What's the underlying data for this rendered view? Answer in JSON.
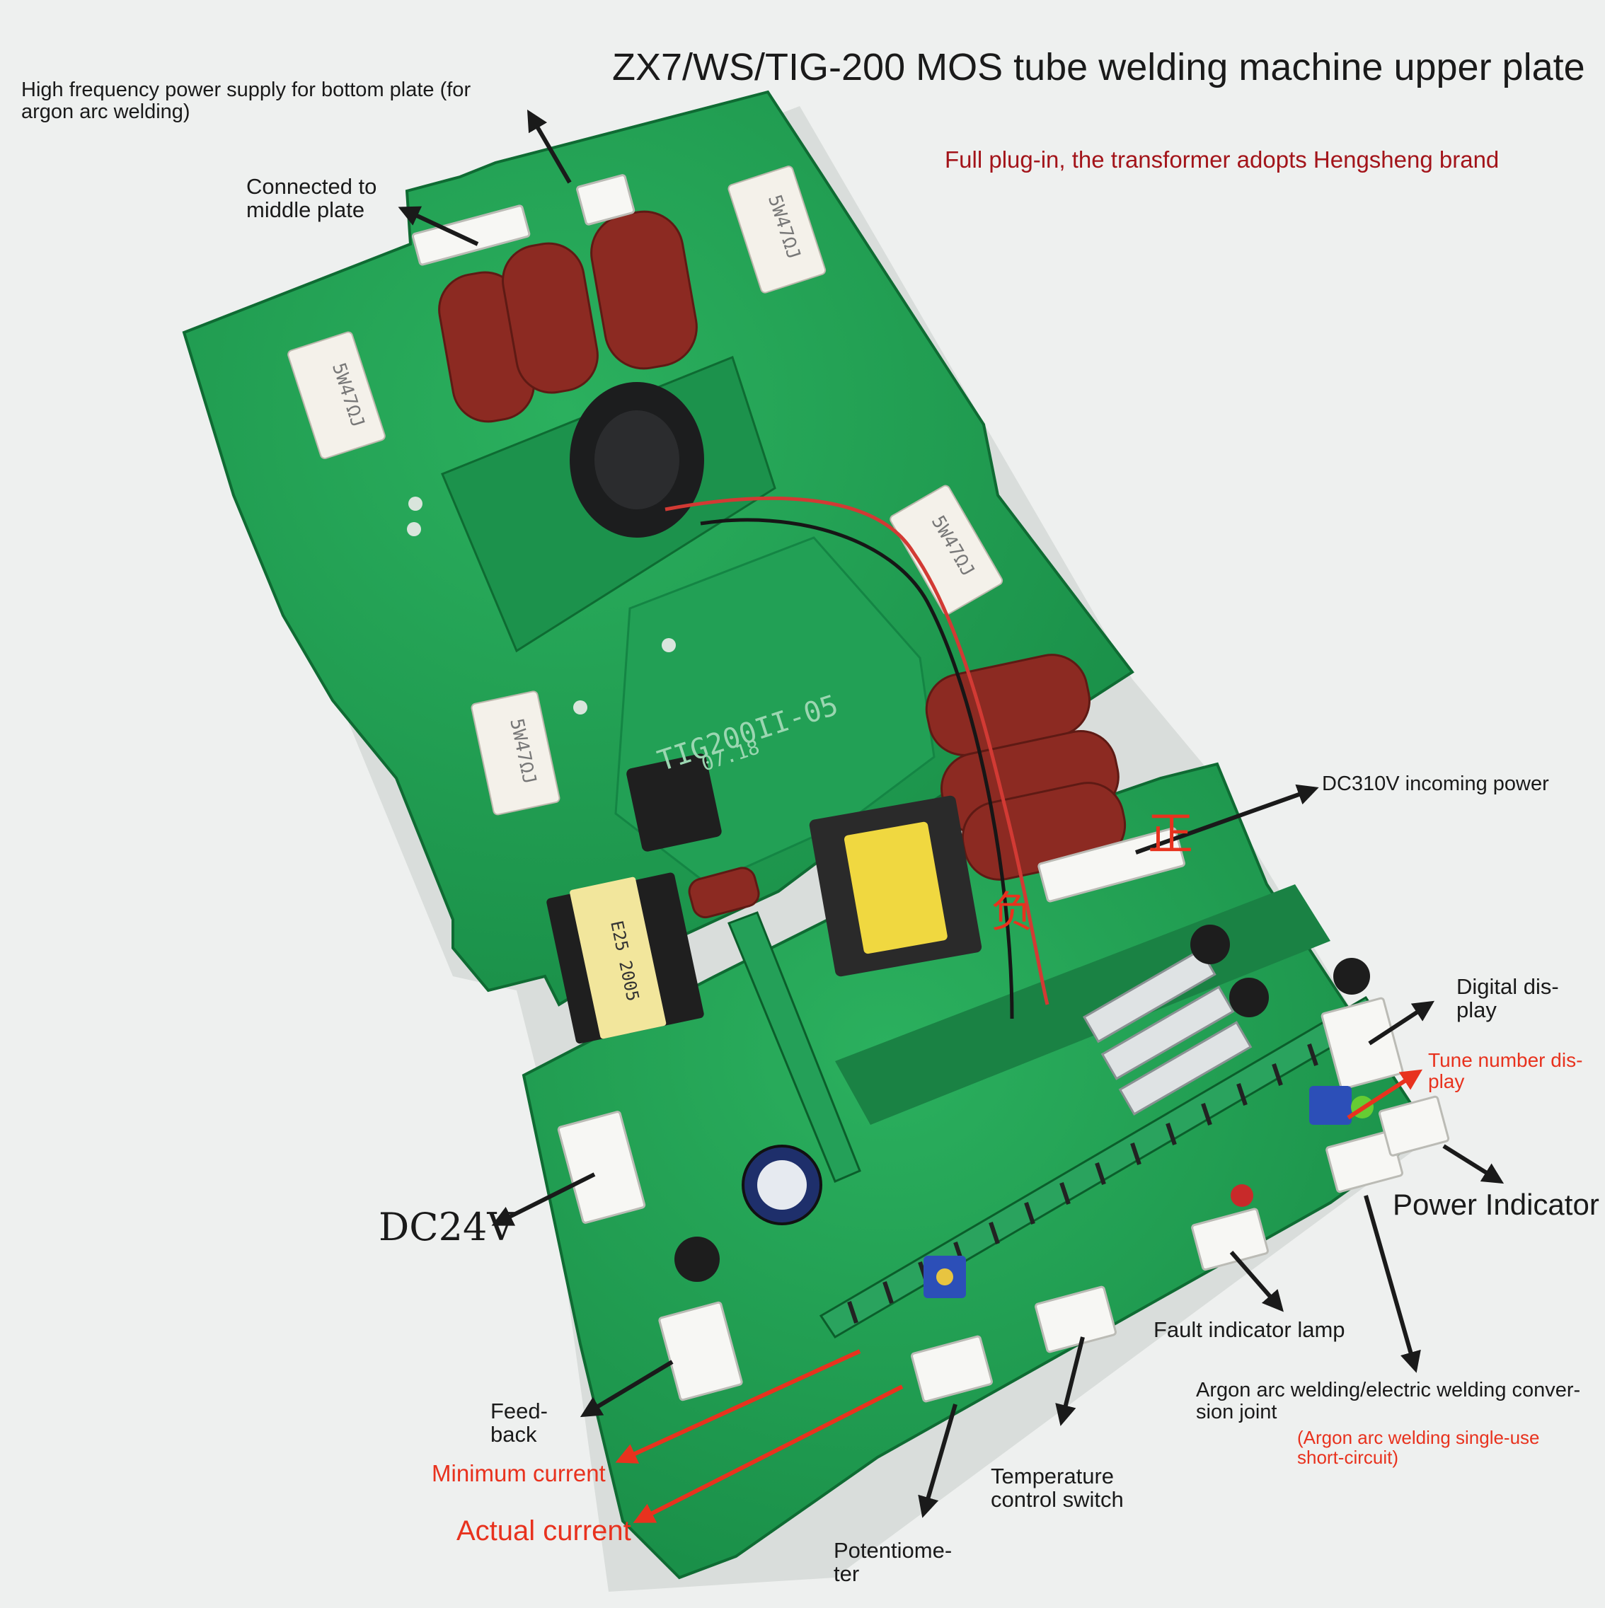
{
  "title": "ZX7/WS/TIG-200 MOS tube welding machine upper plate",
  "subtitle": "Full plug-in, the transformer adopts Hengsheng brand",
  "board": {
    "silkscreen_model": "TIG200II-05",
    "silkscreen_date": "07.18",
    "resistor_marking": "5W47ΩJ",
    "transformer_marking": "E25 2005"
  },
  "polarity": {
    "positive": "正",
    "negative": "负"
  },
  "labels": {
    "hf_power": "High frequency power supply for bottom plate (for argon arc welding)",
    "middle_plate": "Connected to middle plate",
    "dc310v": "DC310V incoming power",
    "digital_display": "Digital dis-play",
    "tune_display": "Tune number dis-play",
    "power_indicator": "Power Indicator",
    "dc24v": "DC24V",
    "fault_lamp": "Fault indicator lamp",
    "conversion_joint": "Argon arc welding/electric welding conver-sion joint",
    "conversion_note": "(Argon arc welding single-use short-circuit)",
    "feedback": "Feed-back",
    "min_current": "Minimum current",
    "actual_current": "Actual current",
    "temp_switch": "Temperature control switch",
    "potentiometer": "Potentiome-ter"
  },
  "colors": {
    "pcb": "#1f9a4f",
    "pcb_dark": "#137a3a",
    "capacitor": "#8c2a22",
    "resistor_body": "#f4f1ea",
    "annotation_black": "#1a1a1a",
    "annotation_red": "#e8321e",
    "subtitle": "#a3141a"
  }
}
